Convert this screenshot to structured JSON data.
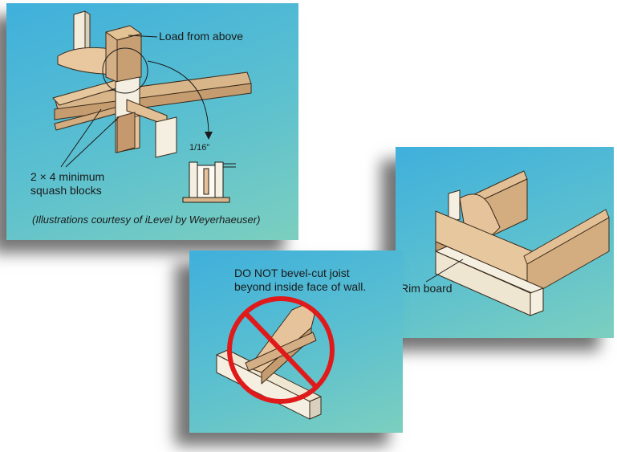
{
  "panel_top_left": {
    "callout_load": "Load from above",
    "callout_blocks_line1": "2 × 4 minimum",
    "callout_blocks_line2": "squash blocks",
    "dimension": "1/16\"",
    "credit": "(Illustrations courtesy of iLevel by Weyerhaeuser)"
  },
  "panel_bottom_middle": {
    "warning_line1": "DO NOT bevel-cut joist",
    "warning_line2": "beyond inside face of wall."
  },
  "panel_right": {
    "callout_rim": "Rim board"
  },
  "colors": {
    "panel_gradient_top": "#4fb3d6",
    "panel_gradient_bottom": "#7fd0c0",
    "wood": "#e6c8a0",
    "wood_dark": "#c9a27a",
    "wood_light": "#f4efe0",
    "prohibition_red": "#e01a1a"
  }
}
